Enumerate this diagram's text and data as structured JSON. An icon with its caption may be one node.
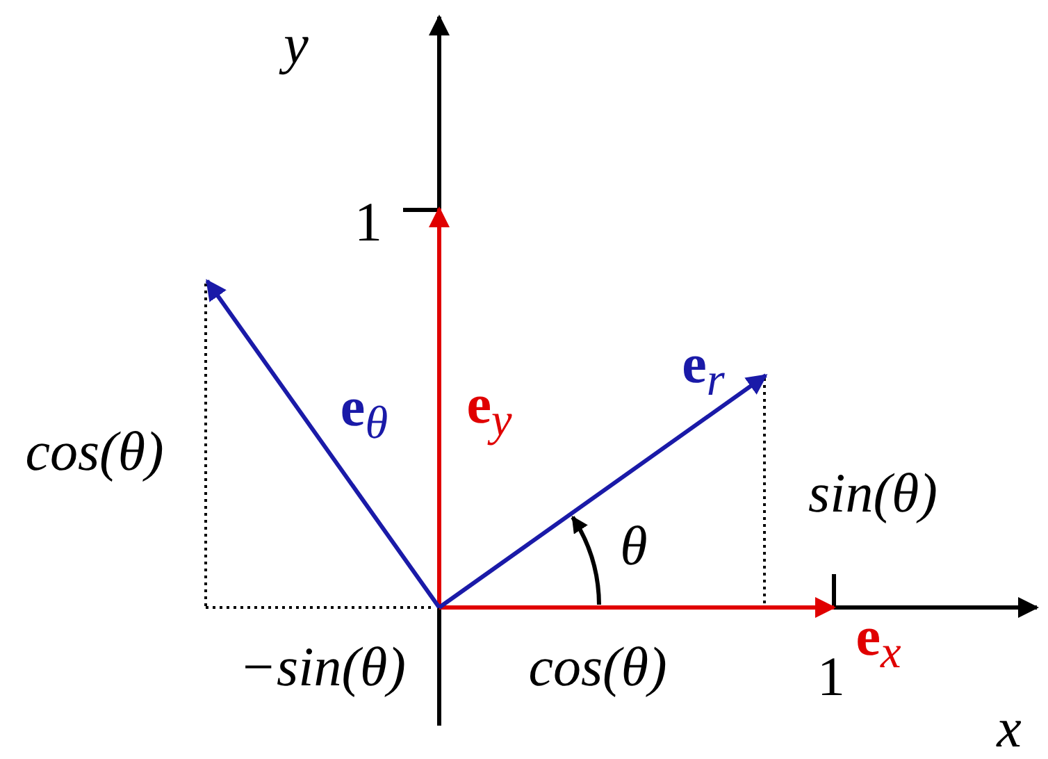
{
  "diagram": {
    "labels": [
      "y",
      "1",
      "**e**$_{r}$",
      "**e**$_{θ}$",
      "**e**$_{y}$",
      "cos(θ)",
      "sin(θ)",
      "θ",
      "−sin(θ)",
      "cos(θ)",
      "1",
      "**e**$_{x}$",
      "x"
    ]
  }
}
